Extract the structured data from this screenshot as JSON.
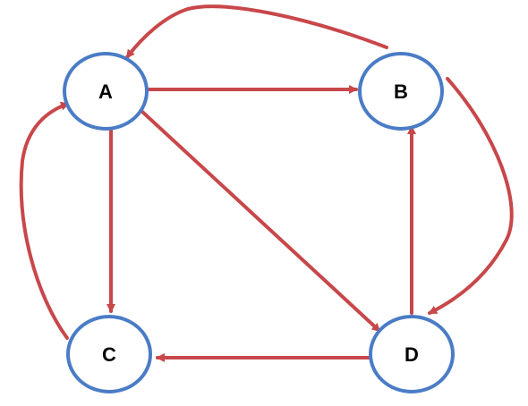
{
  "colors": {
    "node_stroke": "#4a7cc6",
    "edge_stroke": "#c8474a"
  },
  "nodes": [
    {
      "id": "A",
      "label": "A"
    },
    {
      "id": "B",
      "label": "B"
    },
    {
      "id": "C",
      "label": "C"
    },
    {
      "id": "D",
      "label": "D"
    }
  ],
  "edges": [
    {
      "from": "A",
      "to": "B"
    },
    {
      "from": "B",
      "to": "A"
    },
    {
      "from": "A",
      "to": "C"
    },
    {
      "from": "C",
      "to": "A"
    },
    {
      "from": "A",
      "to": "D"
    },
    {
      "from": "B",
      "to": "D"
    },
    {
      "from": "D",
      "to": "B"
    },
    {
      "from": "D",
      "to": "C"
    }
  ]
}
